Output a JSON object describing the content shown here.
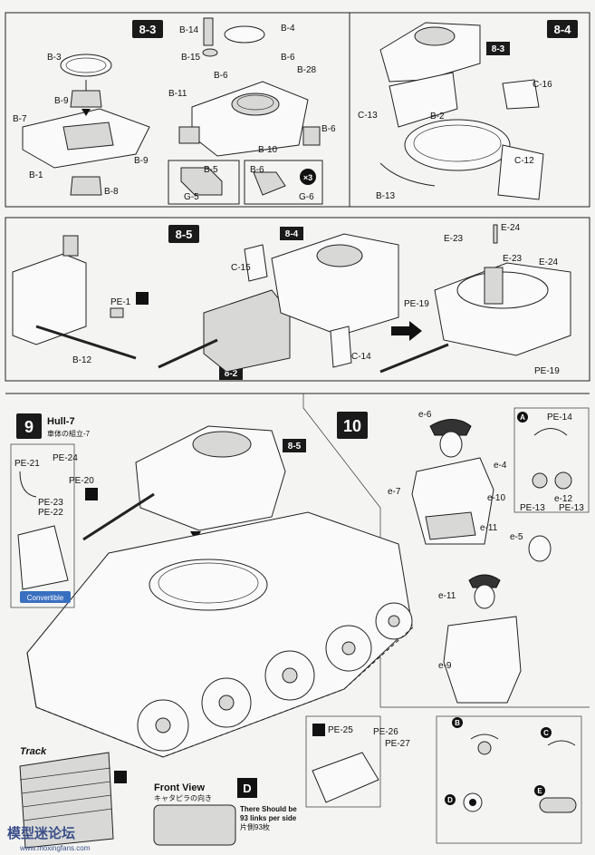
{
  "steps": {
    "s8_3": "8-3",
    "s8_4": "8-4",
    "s8_5": "8-5",
    "s9": "9",
    "s10": "10"
  },
  "step8_3": {
    "labels": [
      "B-3",
      "B-9",
      "B-7",
      "B-1",
      "B-9",
      "B-8",
      "B-14",
      "B-15",
      "B-11",
      "B-6",
      "B-4",
      "B-6",
      "B-28",
      "B-10",
      "B-6",
      "B-5",
      "G-5",
      "B-6",
      "G-6"
    ],
    "multiplier": "×3"
  },
  "step8_4": {
    "badge": "8-3",
    "labels": [
      "C-16",
      "C-13",
      "B-2",
      "C-12",
      "B-13"
    ]
  },
  "step8_5": {
    "labels": [
      "PE-1",
      "B-12",
      "C-15",
      "C-14",
      "E-24",
      "E-23",
      "E-23",
      "E-24",
      "PE-19",
      "PE-19"
    ],
    "badge_a": "8-4",
    "badge_b": "8-2"
  },
  "step9": {
    "title": "Hull-7",
    "subtitle": "車体の組立-7",
    "badge": "8-5",
    "labels": [
      "PE-21",
      "PE-24",
      "PE-20",
      "PE-23",
      "PE-22",
      "PE-25",
      "PE-26",
      "PE-27"
    ],
    "convertible": "Convertible",
    "track_label": "Track",
    "front_view": "Front View",
    "front_view_jp": "キャタピラの向き",
    "links_note_line1": "There Should be",
    "links_note_line2": "93 links per side",
    "links_note_jp": "片側93枚"
  },
  "step10": {
    "labels": [
      "e-6",
      "e-4",
      "e-7",
      "e-10",
      "e-11",
      "e-5",
      "e-11",
      "e-9",
      "PE-14",
      "e-12",
      "PE-13",
      "PE-13"
    ],
    "letters": [
      "B",
      "C",
      "D",
      "A",
      "E"
    ]
  },
  "watermark": {
    "name": "模型迷论坛",
    "url": "www.moxingfans.com"
  },
  "colors": {
    "step_badge": "#1a1a1a",
    "background": "#f4f4f2",
    "watermark": "#3a4f8a"
  }
}
